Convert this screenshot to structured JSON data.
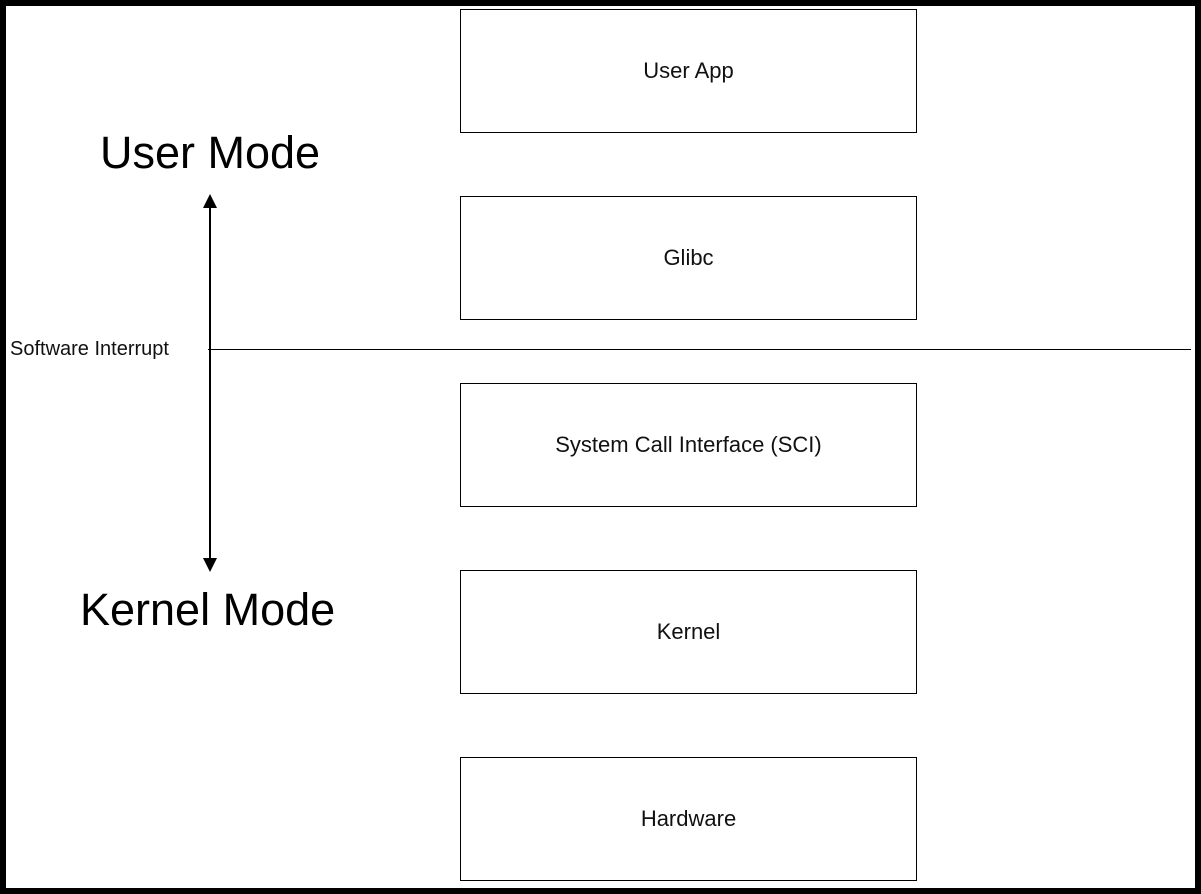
{
  "layers": {
    "user_app": "User App",
    "glibc": "Glibc",
    "sci": "System Call Interface (SCI)",
    "kernel": "Kernel",
    "hardware": "Hardware"
  },
  "modes": {
    "user": "User Mode",
    "kernel": "Kernel Mode"
  },
  "boundary": {
    "label": "Software Interrupt"
  },
  "colors": {
    "background": "#ffffff",
    "frame": "#000000",
    "stroke": "#000000",
    "text": "#111111"
  }
}
